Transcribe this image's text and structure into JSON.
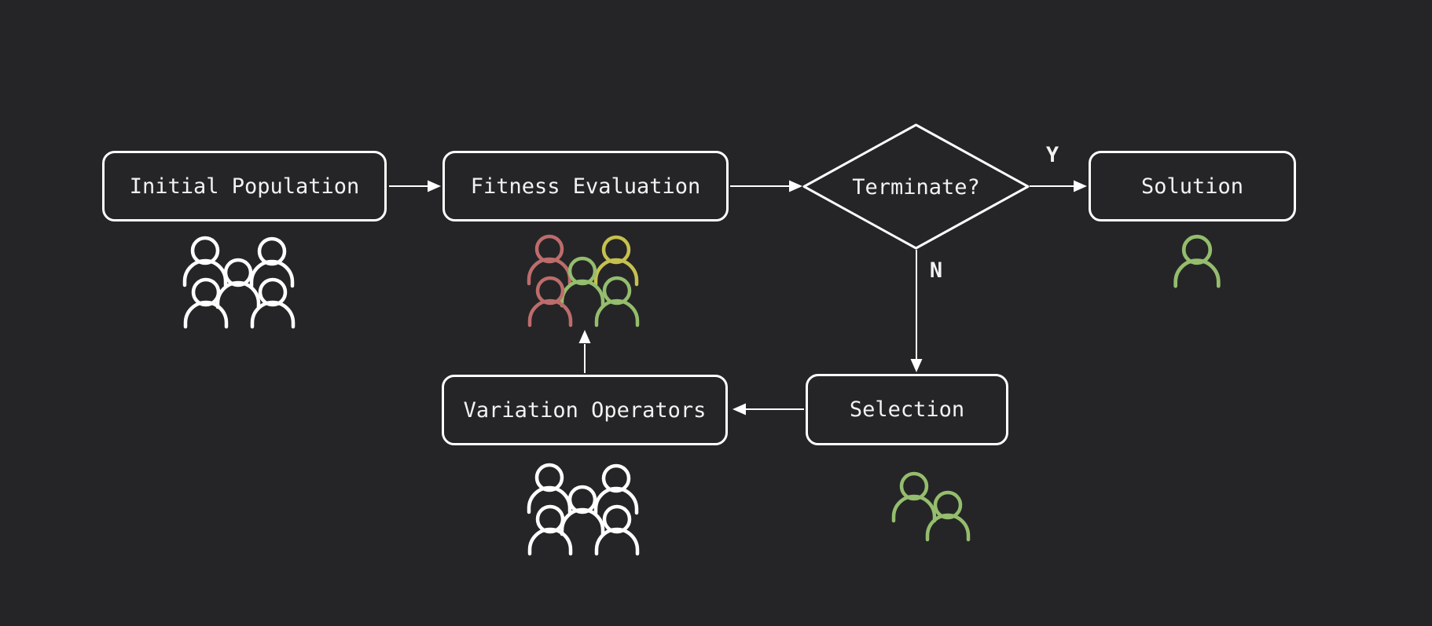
{
  "colors": {
    "background": "#252527",
    "line": "#ffffff",
    "text": "#f2f2f2",
    "red": "#bd6c6c",
    "green": "#94bd6d",
    "yellow": "#c6c04f",
    "white": "#ffffff"
  },
  "diagram": {
    "nodes": [
      {
        "id": "initial-population",
        "shape": "rounded-rect",
        "label": "Initial Population"
      },
      {
        "id": "fitness-evaluation",
        "shape": "rounded-rect",
        "label": "Fitness Evaluation"
      },
      {
        "id": "terminate",
        "shape": "diamond",
        "label": "Terminate?"
      },
      {
        "id": "solution",
        "shape": "rounded-rect",
        "label": "Solution"
      },
      {
        "id": "selection",
        "shape": "rounded-rect",
        "label": "Selection"
      },
      {
        "id": "variation-operators",
        "shape": "rounded-rect",
        "label": "Variation Operators"
      }
    ],
    "edges": [
      {
        "from": "initial-population",
        "to": "fitness-evaluation",
        "label": ""
      },
      {
        "from": "fitness-evaluation",
        "to": "terminate",
        "label": ""
      },
      {
        "from": "terminate",
        "to": "solution",
        "label": "Y"
      },
      {
        "from": "terminate",
        "to": "selection",
        "label": "N"
      },
      {
        "from": "selection",
        "to": "variation-operators",
        "label": ""
      },
      {
        "from": "variation-operators",
        "to": "fitness-evaluation",
        "label": ""
      }
    ],
    "icons": [
      {
        "name": "initial-population-group-icon",
        "persons": [
          "white",
          "white",
          "white",
          "white",
          "white"
        ]
      },
      {
        "name": "evaluated-population-group-icon",
        "persons": [
          "red",
          "yellow",
          "green",
          "red",
          "green"
        ]
      },
      {
        "name": "offspring-population-group-icon",
        "persons": [
          "white",
          "white",
          "white",
          "white",
          "white"
        ]
      },
      {
        "name": "selected-parents-pair-icon",
        "persons": [
          "green",
          "green"
        ]
      },
      {
        "name": "solution-person-icon",
        "persons": [
          "green"
        ]
      }
    ]
  }
}
